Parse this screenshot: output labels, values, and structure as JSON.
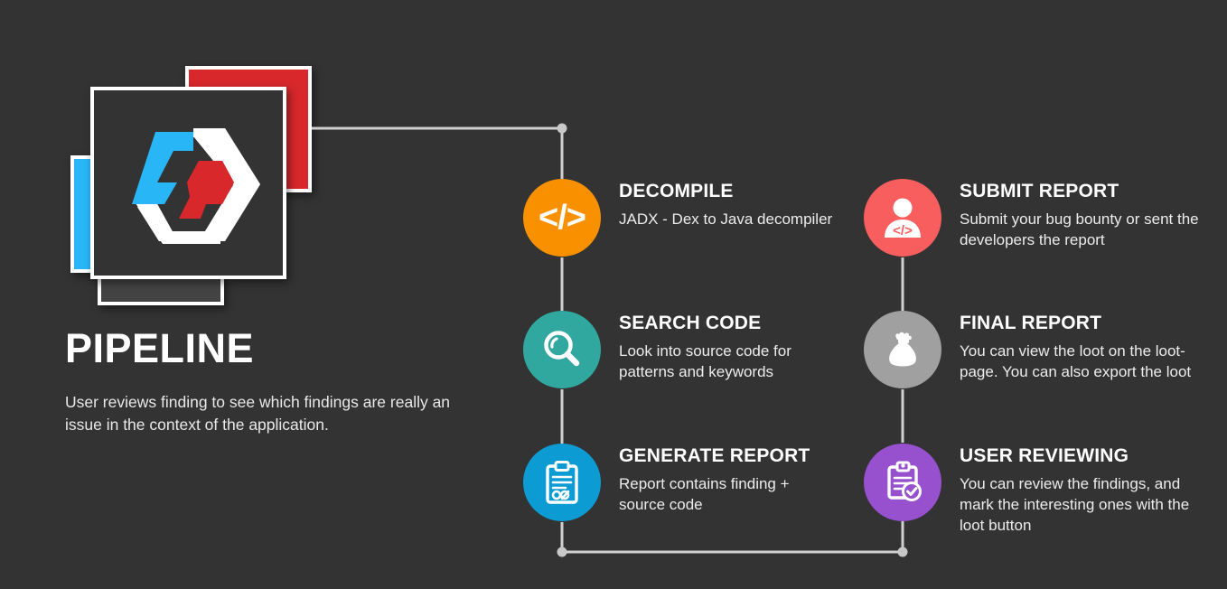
{
  "background_color": "#333333",
  "logo": {
    "name": "pipeline-logo",
    "cards": [
      {
        "name": "blue-card",
        "color": "#29B6F6"
      },
      {
        "name": "red-card",
        "color": "#D8282C"
      },
      {
        "name": "gray-card",
        "color": "#434343"
      },
      {
        "name": "main-card",
        "color": "#333333"
      }
    ],
    "mark_colors": {
      "blue": "#29B6F6",
      "red": "#D8282C",
      "white": "#FFFFFF"
    }
  },
  "headline": {
    "title": "PIPELINE",
    "subtitle": "User reviews finding to see which findings are really an issue in the context of the application."
  },
  "connector": {
    "color": "#D0D0D0",
    "dot_color": "#C8C8C8"
  },
  "steps": [
    {
      "id": "decompile",
      "title": "DECOMPILE",
      "desc": "JADX - Dex to Java decompiler",
      "color": "#F99000",
      "icon": "code-brackets-icon"
    },
    {
      "id": "search-code",
      "title": "SEARCH CODE",
      "desc": "Look into source code for patterns and keywords",
      "color": "#30A79F",
      "icon": "magnifier-icon"
    },
    {
      "id": "generate-report",
      "title": "GENERATE REPORT",
      "desc": "Report contains finding + source code",
      "color": "#0D9BD3",
      "icon": "clipboard-icon"
    },
    {
      "id": "submit-report",
      "title": "SUBMIT REPORT",
      "desc": "Submit your bug bounty or sent the developers the report",
      "color": "#F95E5E",
      "icon": "developer-person-icon"
    },
    {
      "id": "final-report",
      "title": "FINAL REPORT",
      "desc": "You can view the loot on the loot-page. You can also export the loot",
      "color": "#A0A0A0",
      "icon": "loot-bag-icon"
    },
    {
      "id": "user-reviewing",
      "title": "USER REVIEWING",
      "desc": "You can review the findings, and mark the interesting ones with the loot button",
      "color": "#9750CE",
      "icon": "clipboard-check-icon"
    }
  ]
}
